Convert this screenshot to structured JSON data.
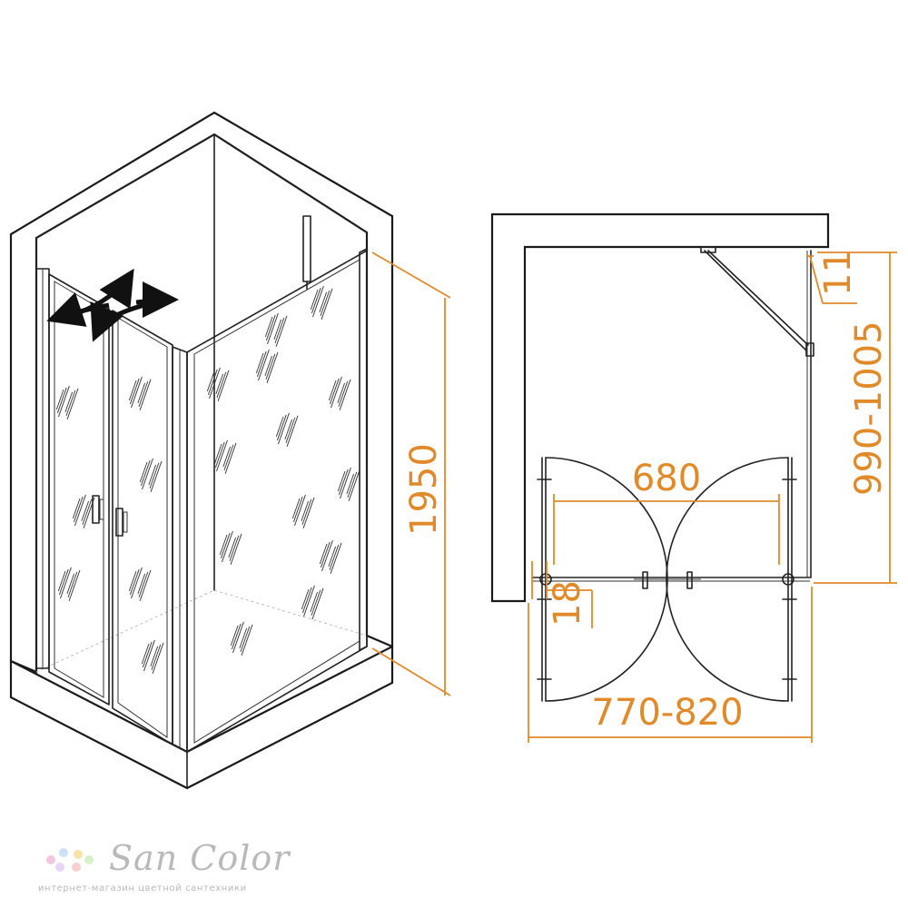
{
  "dimensions": {
    "height": "1950",
    "width_range": "770-820",
    "depth_range": "990-1005",
    "door_opening": "680",
    "wall_gap_left": "18",
    "wall_gap_top": "11"
  },
  "logo": {
    "name": "San Color",
    "tagline": "интернет-магазин цветной сантехники",
    "dot_colors": [
      "#f2c6e0",
      "#c9e3f5",
      "#f7e3a8",
      "#d8f0c8",
      "#e8d4f3",
      "#f8cfcf"
    ]
  },
  "colors": {
    "dimension": "#e08a2a",
    "line": "#222222"
  }
}
